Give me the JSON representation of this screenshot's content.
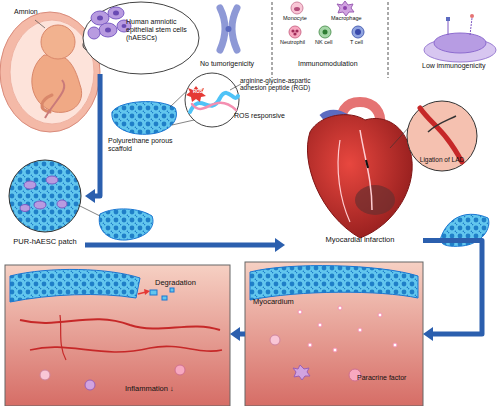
{
  "diagram": {
    "nodes": [
      {
        "text": [
          "Human amniotic epithelial stem cells (hAESCs)"
        ]
      },
      {
        "text": [
          "ROS",
          "arginine-glycine-aspartic adhesion peptide (RGD)",
          "ROS responsive"
        ]
      },
      {
        "text": [
          "PUR-hAESC patch"
        ]
      },
      {
        "text": [
          "Myocardial infarction"
        ]
      },
      {
        "text": [
          "Ligation of LAD"
        ]
      },
      {
        "text": [
          "Myocardium",
          "Paracrine factor"
        ]
      },
      {
        "text": [
          "Degradation",
          "Inflammation ↓"
        ]
      }
    ],
    "edges": [
      {
        "from": 0,
        "to": 2,
        "arrow": "to"
      },
      {
        "from": 2,
        "to": 3,
        "arrow": "to"
      },
      {
        "from": 3,
        "to": 5,
        "arrow": "to"
      },
      {
        "from": 5,
        "to": 6,
        "arrow": "to"
      }
    ],
    "labels": [
      "Amnion",
      "No tumorigenicity",
      "Monocyte",
      "Macrophage",
      "Neutrophil",
      "NK cell",
      "T cell",
      "Immunomodulation",
      "Low immunogenicity",
      "Polyurethane porous scaffold"
    ]
  }
}
